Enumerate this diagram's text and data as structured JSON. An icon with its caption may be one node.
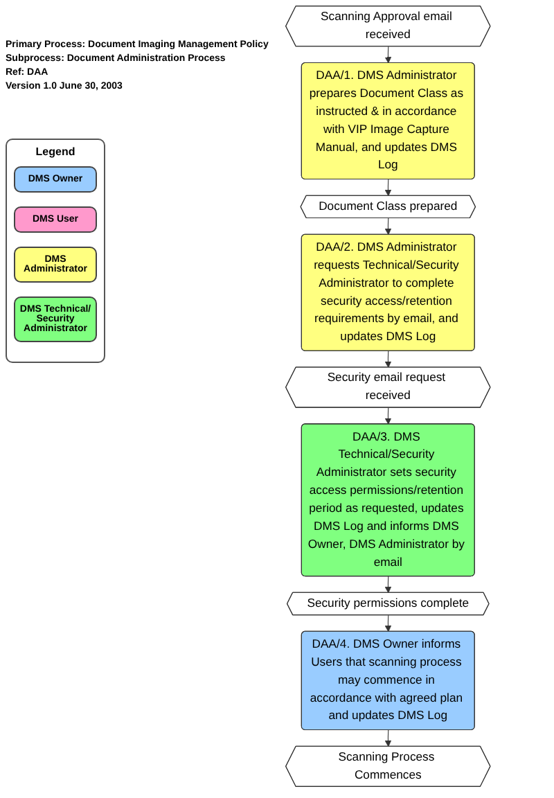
{
  "diagram": {
    "nodes": [
      {
        "text": [
          "Scanning Approval email received"
        ]
      },
      {
        "text": [
          "DAA/1. DMS Administrator prepares Document Class as instructed & in accordance with VIP Image Capture Manual, and updates DMS Log"
        ]
      },
      {
        "text": [
          "Document Class prepared"
        ]
      },
      {
        "text": [
          "DAA/2. DMS Administrator requests Technical/Security Administrator to complete security access/retention requirements by email, and updates DMS Log"
        ]
      },
      {
        "text": [
          "Security email request received"
        ]
      },
      {
        "text": [
          "DAA/3. DMS Technical/Security Administrator sets security access permissions/retention period as requested, updates DMS Log and informs DMS Owner, DMS Administrator by email"
        ]
      },
      {
        "text": [
          "Security permissions complete"
        ]
      },
      {
        "text": [
          "DAA/4. DMS Owner informs Users that scanning process may commence in accordance with agreed plan and updates DMS Log"
        ]
      },
      {
        "text": [
          "Scanning Process Commences"
        ]
      }
    ],
    "edges": [
      {
        "from": 0,
        "to": 1,
        "arrow": "to"
      },
      {
        "from": 1,
        "to": 2,
        "arrow": "to"
      },
      {
        "from": 2,
        "to": 3,
        "arrow": "to"
      },
      {
        "from": 3,
        "to": 4,
        "arrow": "to"
      },
      {
        "from": 4,
        "to": 5,
        "arrow": "to"
      },
      {
        "from": 5,
        "to": 6,
        "arrow": "to"
      },
      {
        "from": 6,
        "to": 7,
        "arrow": "to"
      },
      {
        "from": 7,
        "to": 8,
        "arrow": "to"
      }
    ],
    "labels": [
      "Primary Process: Document Imaging Management Policy",
      "Subprocess: Document Administration Process",
      "Ref: DAA",
      "Version 1.0 June 30, 2003",
      "Legend"
    ],
    "legend": [
      {
        "text": "DMS Owner",
        "color": "#99ccff"
      },
      {
        "text": "DMS User",
        "color": "#ff99cc"
      },
      {
        "text": "DMS Administrator",
        "color": "#ffff80"
      },
      {
        "text": "DMS Technical/ Security Administrator",
        "color": "#80ff80"
      }
    ]
  }
}
